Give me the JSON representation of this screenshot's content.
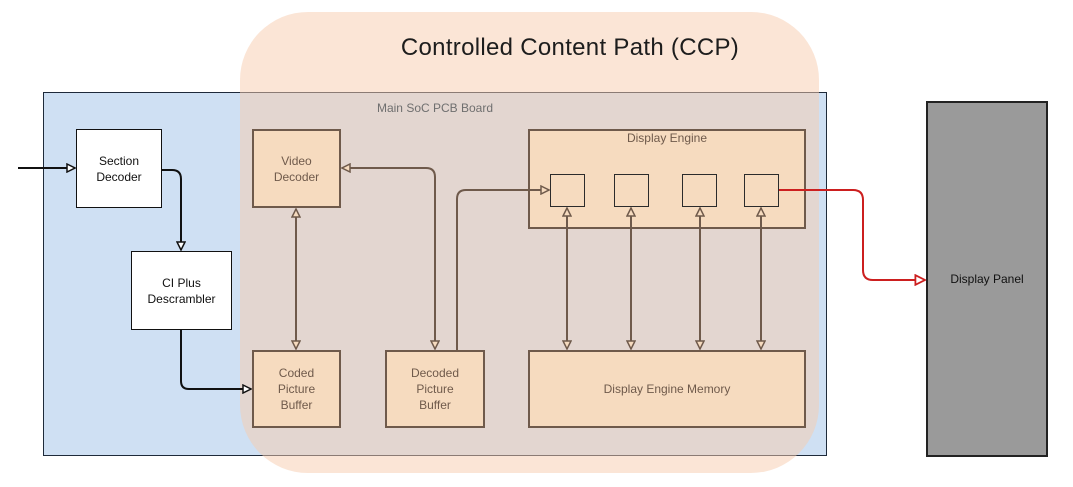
{
  "ccp_title": "Controlled Content Path (CCP)",
  "pcb_title": "Main SoC PCB Board",
  "blocks": {
    "section_decoder": "Section\nDecoder",
    "ci_plus": "CI Plus\nDescrambler",
    "video_decoder": "Video\nDecoder",
    "coded_buffer": "Coded\nPicture\nBuffer",
    "decoded_buffer": "Decoded\nPicture\nBuffer",
    "display_engine": "Display Engine",
    "display_engine_memory": "Display Engine Memory",
    "display_panel": "Display Panel"
  },
  "colors": {
    "pcb_fill": "#cfe0f3",
    "ccp_fill": "#f7cbae",
    "peach_block": "#f6dbbf",
    "brown_line": "#6f5a4b",
    "black_line": "#111111",
    "red_line": "#cc1f1f",
    "panel_fill": "#9a9a9a"
  }
}
